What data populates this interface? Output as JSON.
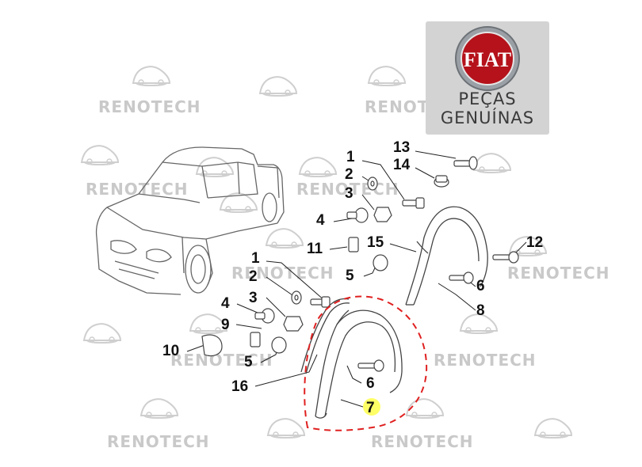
{
  "brand": {
    "logo_text": "FIAT",
    "line1": "PEÇAS",
    "line2": "GENUÍNAS",
    "logo_color": "#b5121b"
  },
  "watermark": {
    "text": "RENOTECH",
    "color": "#c9c9c9"
  },
  "highlight": {
    "label": "7",
    "color": "#ffff66",
    "outline_color": "#e02020"
  },
  "callouts": [
    "13",
    "14",
    "1",
    "2",
    "3",
    "4",
    "11",
    "15",
    "5",
    "12",
    "6",
    "8",
    "1",
    "2",
    "4",
    "3",
    "9",
    "10",
    "5",
    "16",
    "6"
  ]
}
